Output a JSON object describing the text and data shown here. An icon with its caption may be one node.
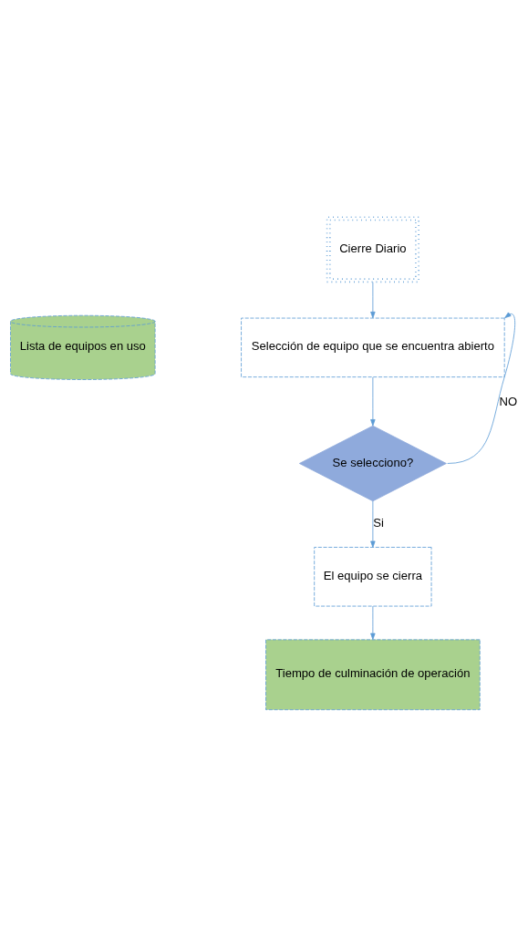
{
  "diagram": {
    "nodes": [
      {
        "text": [
          "Cierre Diario"
        ]
      },
      {
        "text": [
          "Lista de equipos en uso"
        ]
      },
      {
        "text": [
          "Selección de equipo que se encuentra abierto"
        ]
      },
      {
        "text": [
          "Se selecciono?"
        ]
      },
      {
        "text": [
          "El equipo se cierra"
        ]
      },
      {
        "text": [
          "Tiempo de culminación de operación"
        ]
      }
    ],
    "edges": [
      {
        "from": 0,
        "to": 2,
        "arrow": "to"
      },
      {
        "from": 3,
        "to": 2,
        "arrow": "to",
        "label": "NO"
      },
      {
        "from": 2,
        "to": 3,
        "arrow": "to"
      },
      {
        "from": 3,
        "to": 4,
        "arrow": "to",
        "label": "Si"
      },
      {
        "from": 4,
        "to": 5,
        "arrow": "to"
      }
    ]
  }
}
